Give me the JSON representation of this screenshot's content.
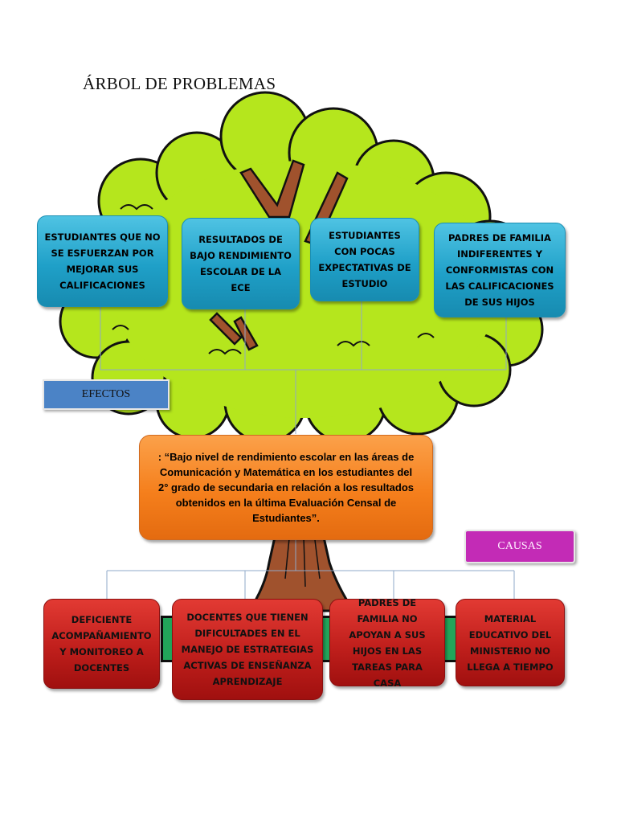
{
  "title": "ÁRBOL DE PROBLEMAS",
  "effects_label": "EFECTOS",
  "causes_label": "CAUSAS",
  "central_problem": ": “Bajo nivel de rendimiento escolar en las áreas de Comunicación y Matemática en los estudiantes del 2° grado de secundaria en relación a los resultados obtenidos en la última Evaluación Censal de Estudiantes”.",
  "effects": [
    "ESTUDIANTES QUE NO SE ESFUERZAN POR MEJORAR SUS CALIFICACIONES",
    "RESULTADOS DE BAJO RENDIMIENTO ESCOLAR DE LA ECE",
    "ESTUDIANTES CON POCAS EXPECTATIVAS DE ESTUDIO",
    "PADRES DE FAMILIA INDIFERENTES Y CONFORMISTAS CON LAS CALIFICACIONES DE SUS HIJOS"
  ],
  "causes": [
    "DEFICIENTE ACOMPAÑAMIENTO Y MONITOREO A DOCENTES",
    "DOCENTES QUE TIENEN DIFICULTADES EN EL MANEJO DE ESTRATEGIAS ACTIVAS DE ENSEÑANZA APRENDIZAJE",
    "PADRES DE FAMILIA NO APOYAN A SUS HIJOS EN LAS TAREAS PARA CASA",
    "MATERIAL EDUCATIVO DEL MINISTERIO NO LLEGA A TIEMPO"
  ],
  "colors": {
    "foliage": "#b5e61d",
    "trunk": "#a0522d",
    "effect_box": "#1fa0c8",
    "cause_box": "#c01f1c",
    "central_box": "#f57f1c",
    "efectos_tag": "#4b83c6",
    "causas_tag": "#c32bb6"
  }
}
